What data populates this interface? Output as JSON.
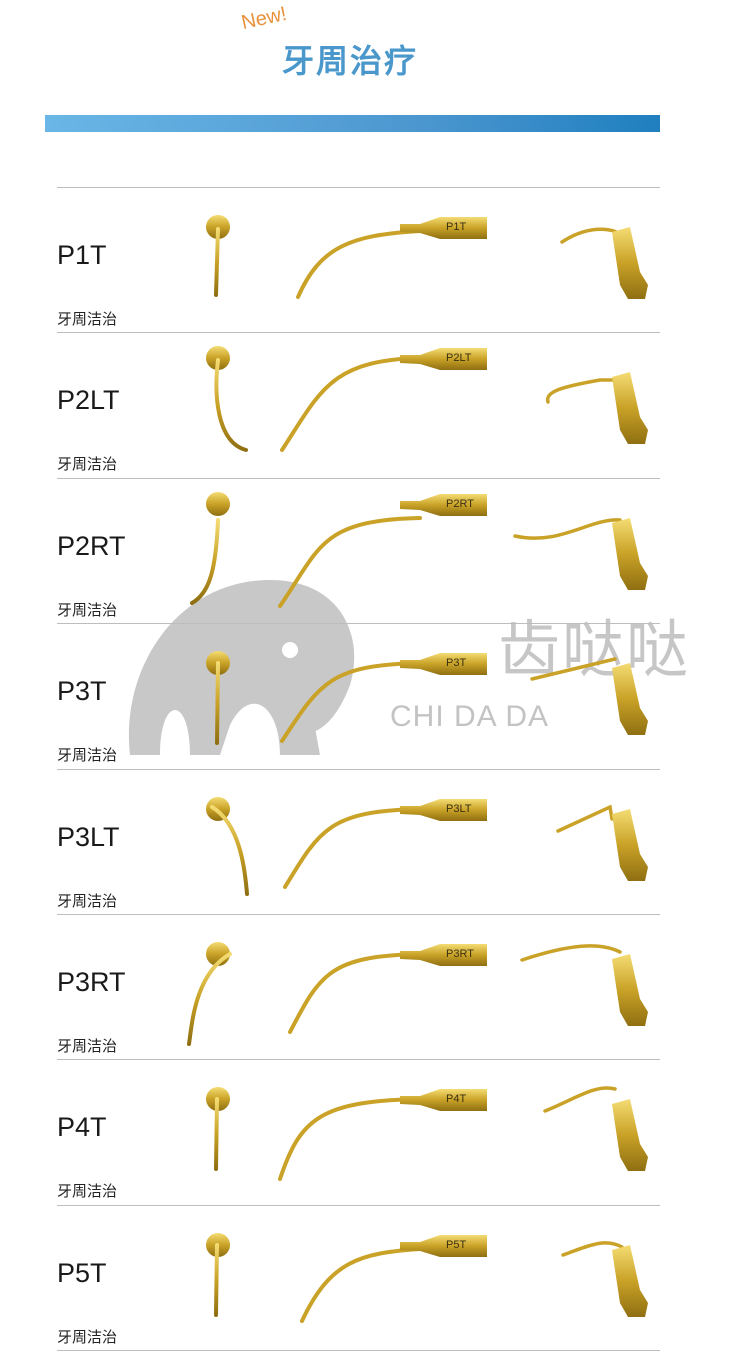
{
  "header": {
    "badge": "New!",
    "title": "牙周治疗"
  },
  "watermark": {
    "cn": "齿哒哒",
    "en": "CHI DA DA"
  },
  "colors": {
    "accent": "#4a97cc",
    "badge": "#e8913a",
    "gold": "#d4b23a"
  },
  "products": [
    {
      "name": "P1T",
      "subtitle": "牙周洁治",
      "engraving": "P1T"
    },
    {
      "name": "P2LT",
      "subtitle": "牙周洁治",
      "engraving": "P2LT"
    },
    {
      "name": "P2RT",
      "subtitle": "牙周洁治",
      "engraving": "P2RT"
    },
    {
      "name": "P3T",
      "subtitle": "牙周洁治",
      "engraving": "P3T"
    },
    {
      "name": "P3LT",
      "subtitle": "牙周洁治",
      "engraving": "P3LT"
    },
    {
      "name": "P3RT",
      "subtitle": "牙周洁治",
      "engraving": "P3RT"
    },
    {
      "name": "P4T",
      "subtitle": "牙周洁治",
      "engraving": "P4T"
    },
    {
      "name": "P5T",
      "subtitle": "牙周洁治",
      "engraving": "P5T"
    }
  ]
}
